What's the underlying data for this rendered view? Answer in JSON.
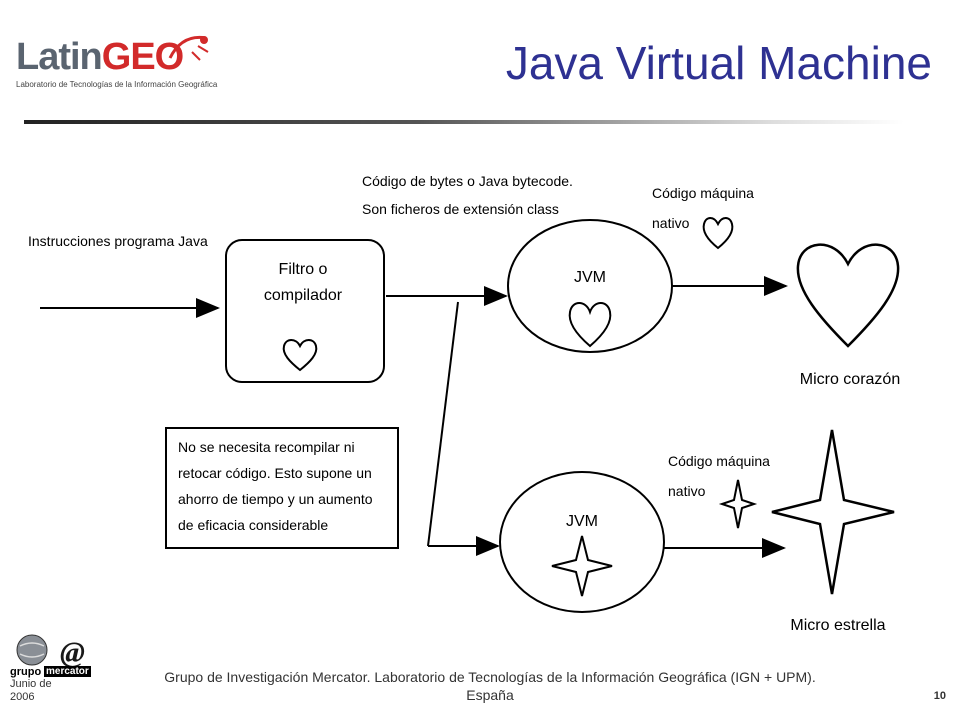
{
  "header": {
    "logo_main": "Latin",
    "logo_accent": "GEO",
    "logo_tagline": "Laboratorio de Tecnologías de la Información Geográfica",
    "title": "Java Virtual Machine"
  },
  "diagram": {
    "input_label": "Instrucciones programa Java",
    "compiler_line1": "Filtro o",
    "compiler_line2": "compilador",
    "bytecode_line1": "Código de bytes o Java bytecode.",
    "bytecode_line2": "Son ficheros de extensión class",
    "jvm_top": "JVM",
    "jvm_bottom": "JVM",
    "native_top_line1": "Código máquina",
    "native_top_line2": "nativo",
    "native_bottom_line1": "Código máquina",
    "native_bottom_line2": "nativo",
    "result_top": "Micro corazón",
    "result_bottom": "Micro estrella",
    "note_line1": "No se necesita recompilar ni",
    "note_line2": "retocar código. Esto supone un",
    "note_line3": "ahorro de tiempo y un aumento",
    "note_line4": "de eficacia considerable"
  },
  "footer": {
    "logo_top": "grupo",
    "logo_bottom": "mercator",
    "date": "Junio de 2006",
    "credit_line1": "Grupo de Investigación Mercator. Laboratorio de Tecnologías de la Información Geográfica (IGN + UPM).",
    "credit_line2": "España",
    "page_number": "10"
  }
}
